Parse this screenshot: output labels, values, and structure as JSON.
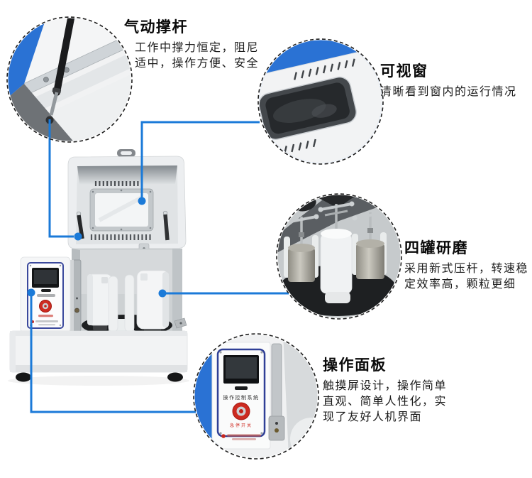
{
  "page": {
    "background": "#ffffff"
  },
  "colors": {
    "accent_blue": "#1b7ad8",
    "photo_backdrop_blue": "#2a72d4",
    "text_dark": "#0a0a0a",
    "panel_frame_navy": "#2f3f96",
    "emergency_red": "#cc2a20"
  },
  "callouts": [
    {
      "id": "pneumatic-rod",
      "title": "气动撑杆",
      "desc": [
        "工作中撑力恒定，阻尼",
        "适中，操作方便、安全"
      ]
    },
    {
      "id": "viewing-window",
      "title": "可视窗",
      "desc": [
        "清晰看到窗内的运行情况"
      ]
    },
    {
      "id": "four-jar-grinding",
      "title": "四罐研磨",
      "desc": [
        "采用新式压杆，转速稳",
        "定效率高，颗粒更细"
      ]
    },
    {
      "id": "control-panel",
      "title": "操作面板",
      "desc": [
        "触摸屏设计，操作简单",
        "直观、简单人性化，实",
        "现了友好人机界面"
      ]
    }
  ],
  "panel": {
    "system_label": "操作控制系统",
    "emergency_label": "急停开关"
  }
}
